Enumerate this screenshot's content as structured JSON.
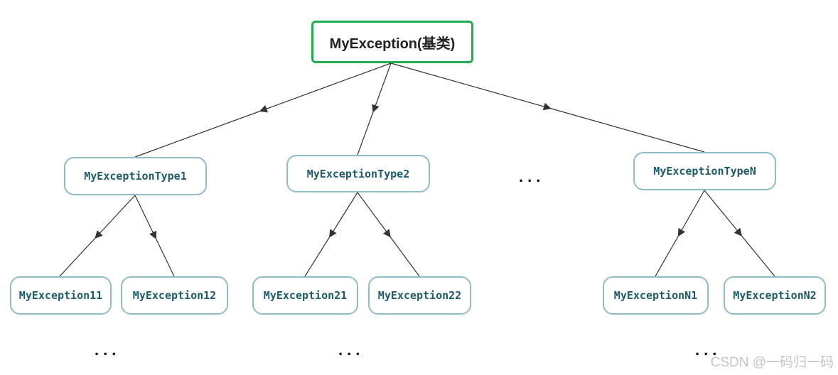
{
  "root": {
    "label": "MyException(基类)"
  },
  "level1": [
    {
      "label": "MyExceptionType1"
    },
    {
      "label": "MyExceptionType2"
    },
    {
      "label": "MyExceptionTypeN"
    }
  ],
  "level2": [
    {
      "label": "MyException11"
    },
    {
      "label": "MyException12"
    },
    {
      "label": "MyException21"
    },
    {
      "label": "MyException22"
    },
    {
      "label": "MyExceptionN1"
    },
    {
      "label": "MyExceptionN2"
    }
  ],
  "ellipsis": "...",
  "watermark": "CSDN @一码归一码",
  "colors": {
    "root_border": "#1fad4e",
    "node_border": "#8fbccb",
    "node_text": "#1d5c6b"
  }
}
